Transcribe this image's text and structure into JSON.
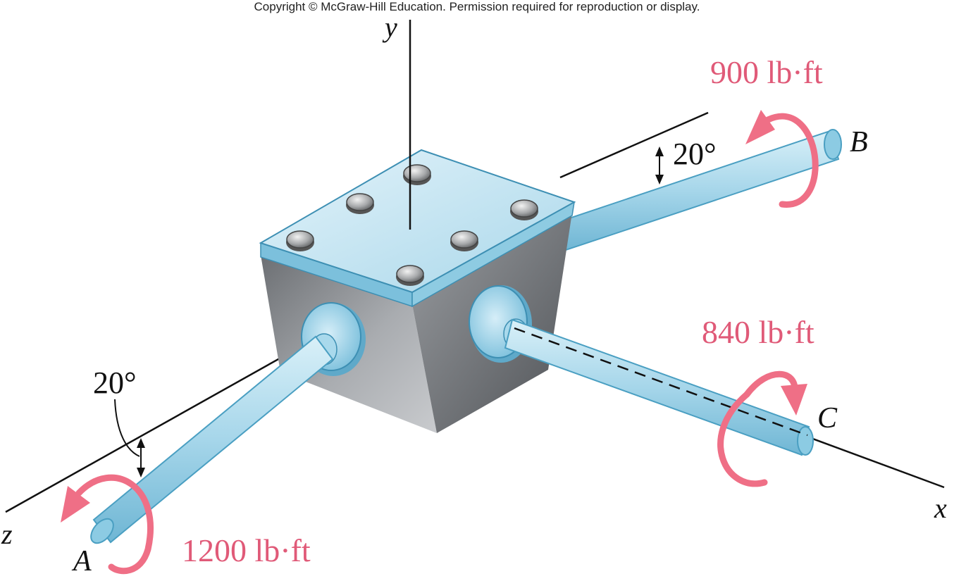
{
  "copyright": "Copyright © McGraw-Hill Education. Permission required for reproduction or display.",
  "axes": {
    "y": "y",
    "z": "z",
    "x": "x"
  },
  "points": {
    "A": "A",
    "B": "B",
    "C": "C"
  },
  "angles": {
    "upper": "20°",
    "lower": "20°"
  },
  "torques": {
    "B": "900 lb·ft",
    "C": "840 lb·ft",
    "A": "1200 lb·ft"
  },
  "colors": {
    "shaft": "#9fd3e8",
    "shaft_edge": "#4a9fc2",
    "torque": "#ef6f86",
    "box_left": "#8e9195",
    "box_right": "#6d7074",
    "lid": "#c7e4f0"
  }
}
